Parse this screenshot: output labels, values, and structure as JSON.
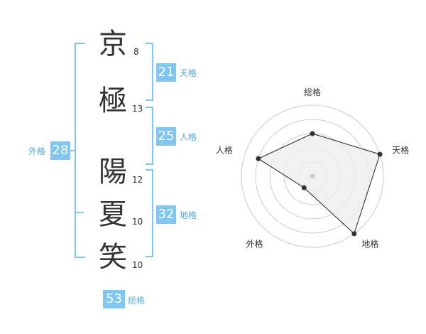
{
  "name_chars": [
    {
      "char": "京",
      "strokes": "8"
    },
    {
      "char": "極",
      "strokes": "13"
    },
    {
      "char": "陽",
      "strokes": "12"
    },
    {
      "char": "夏",
      "strokes": "10"
    },
    {
      "char": "笑",
      "strokes": "10"
    }
  ],
  "kaku": {
    "ten": {
      "label": "天格",
      "value": "21"
    },
    "jin": {
      "label": "人格",
      "value": "25"
    },
    "chi": {
      "label": "地格",
      "value": "32"
    },
    "gai": {
      "label": "外格",
      "value": "28"
    },
    "soukaku": {
      "label": "総格",
      "value": "53"
    }
  },
  "colors": {
    "accent": "#7fc6f3",
    "text": "#333333",
    "grid": "#cccccc",
    "fill": "#eeeeee"
  },
  "chart_data": {
    "type": "radar",
    "axes": [
      "総格",
      "天格",
      "地格",
      "外格",
      "人格"
    ],
    "values": [
      0.6,
      1.0,
      1.0,
      0.2,
      0.8
    ],
    "rings": 5
  }
}
